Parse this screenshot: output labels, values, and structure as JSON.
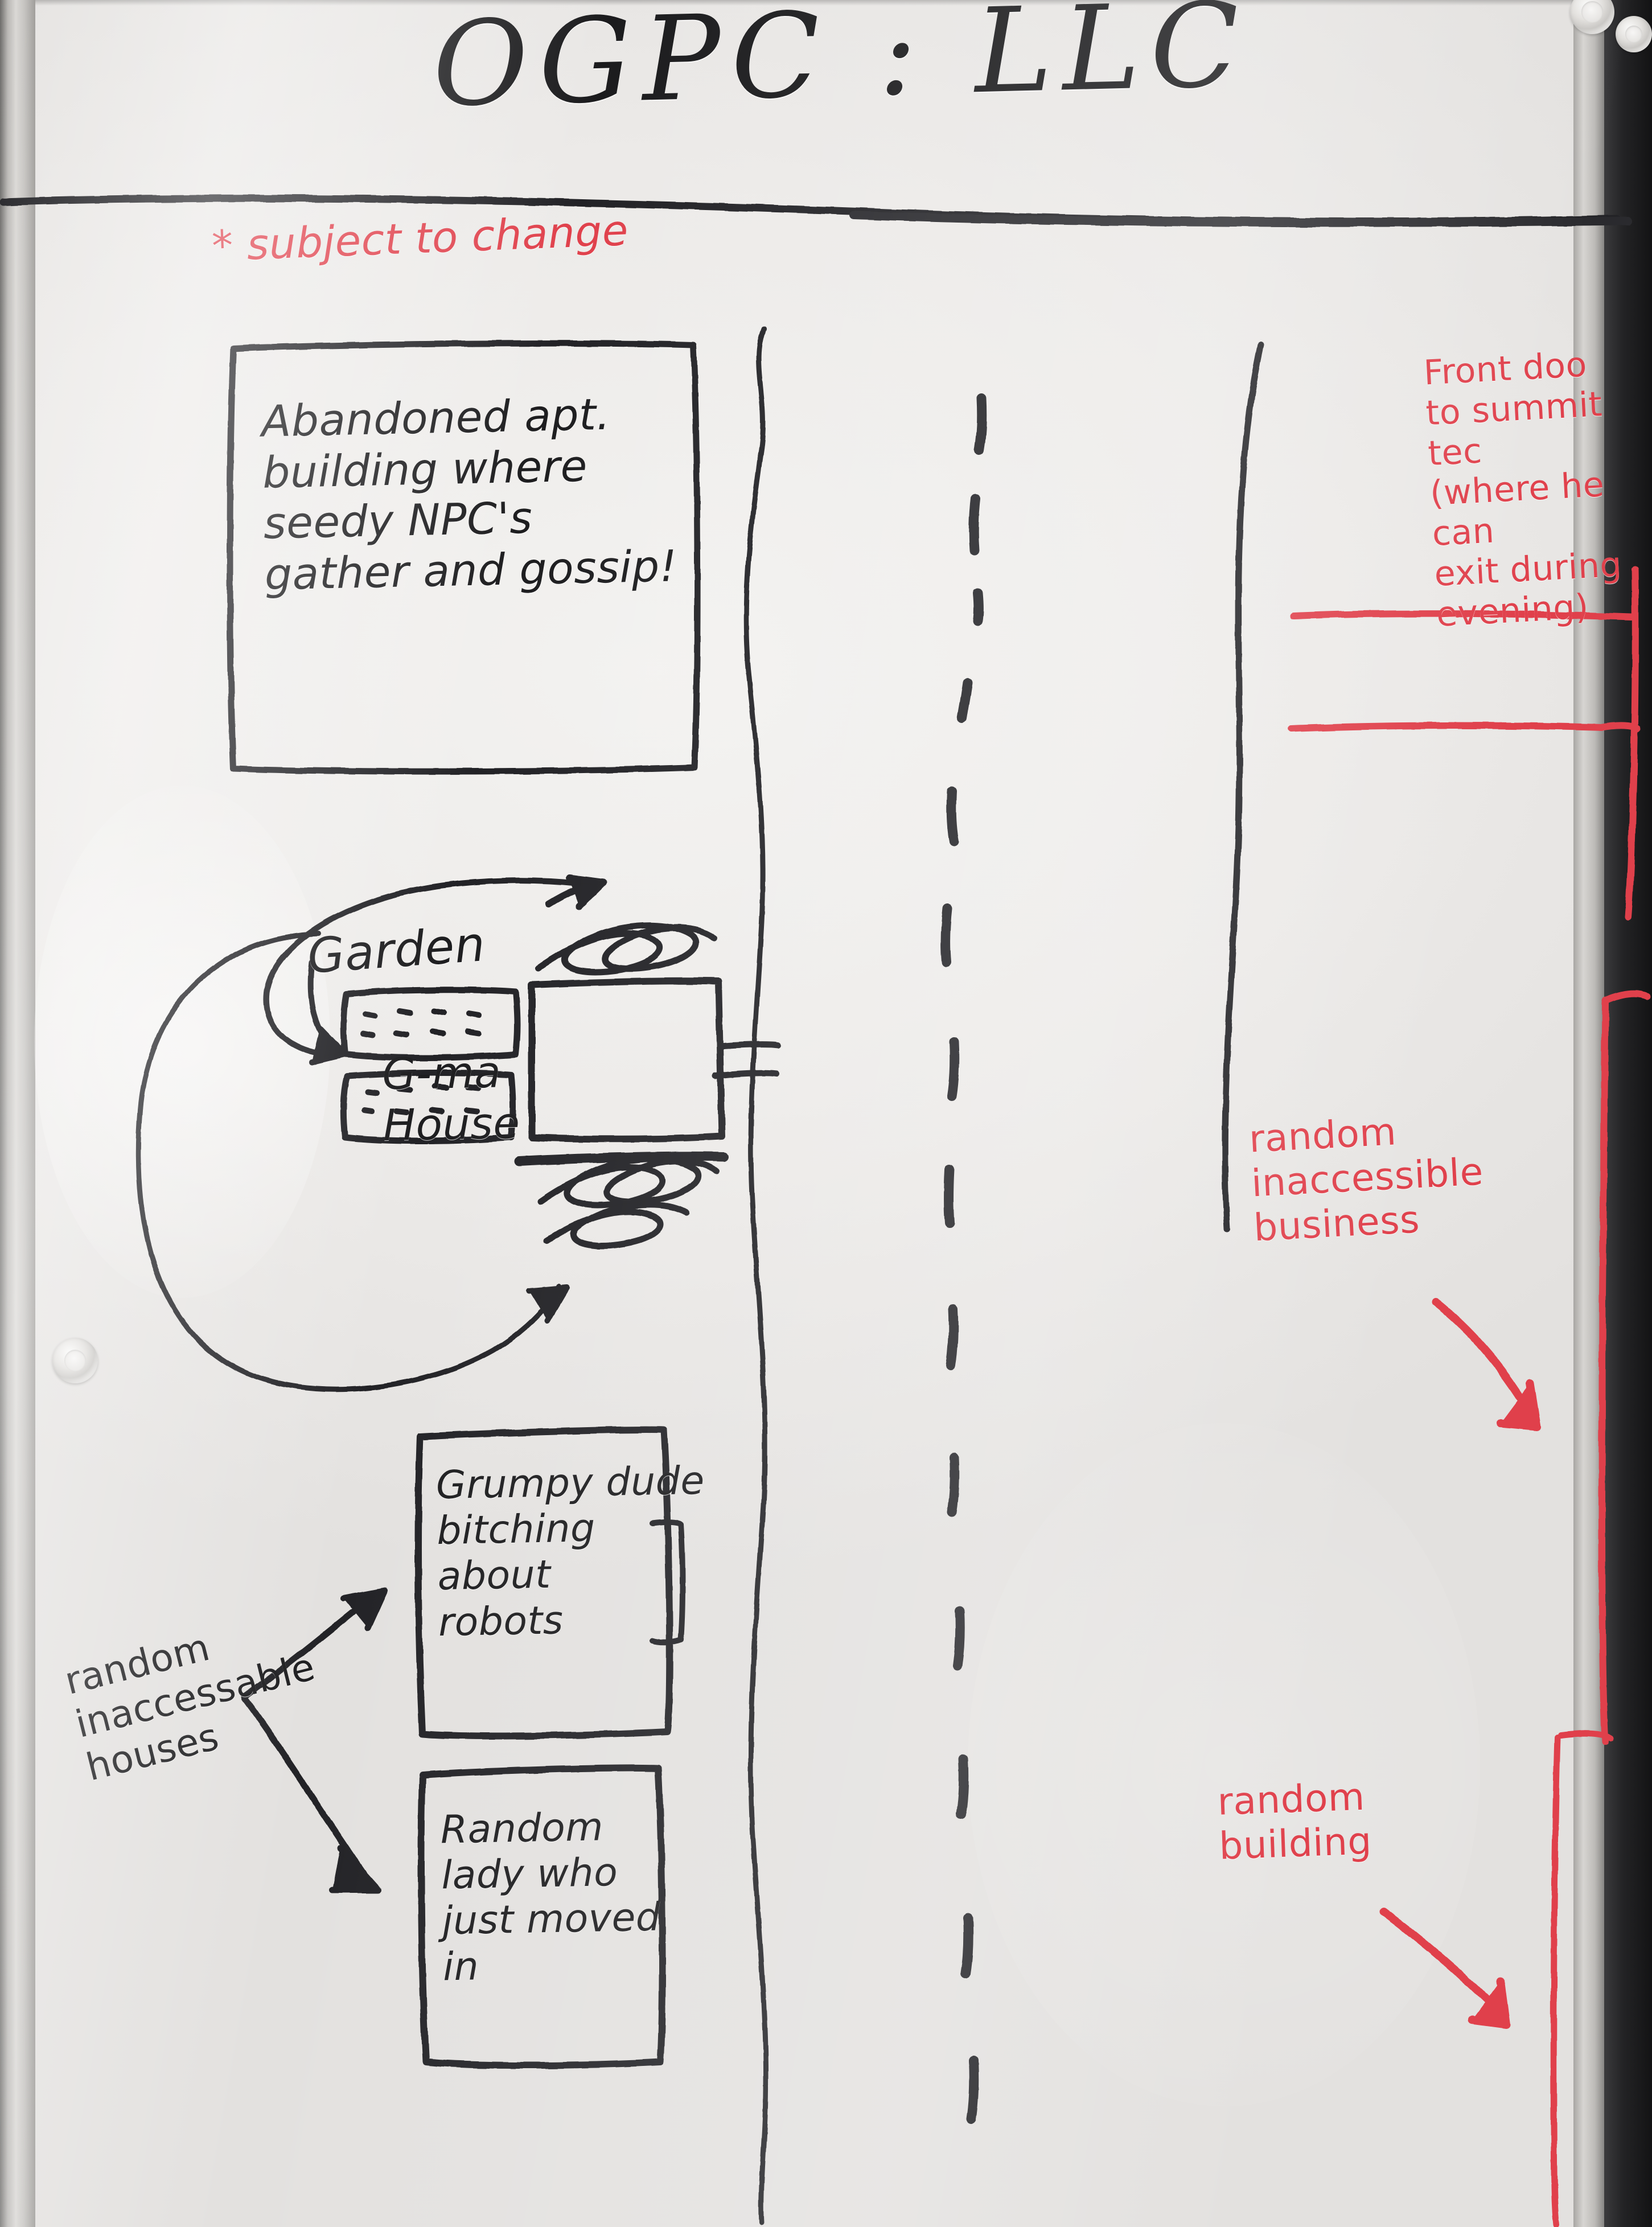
{
  "board": {
    "title": "OGPC : LLC",
    "disclaimer": "* subject to change",
    "colors": {
      "ink_black": "#1d1d1f",
      "ink_red": "#e0414c",
      "board_white": "#ececea",
      "frame_aluminum": "#c3c1be"
    }
  },
  "left_column": {
    "apartment_box": {
      "label": "Abandoned apt.\nbuilding where\nseedy NPC's\ngather and gossip!"
    },
    "garden_label": "Garden",
    "gma_house_box": {
      "label": "G-ma\nHouse"
    },
    "grumpy_box": {
      "label": "Grumpy dude\nbitching\nabout\n    robots"
    },
    "lady_box": {
      "label": "Random\nlady who\njust moved\n    in"
    },
    "inaccessible_houses_note": "random\ninaccessable\nhouses"
  },
  "right_column": {
    "front_door_note": "Front doo\nto summit tec\n(where he can\nexit during evening)",
    "business_note": "random\ninaccessible\nbusiness",
    "building_note": "random\nbuilding"
  },
  "map_elements": {
    "street_center_dashes": 14,
    "garden_plots": 2,
    "scribble_patches": 2
  }
}
